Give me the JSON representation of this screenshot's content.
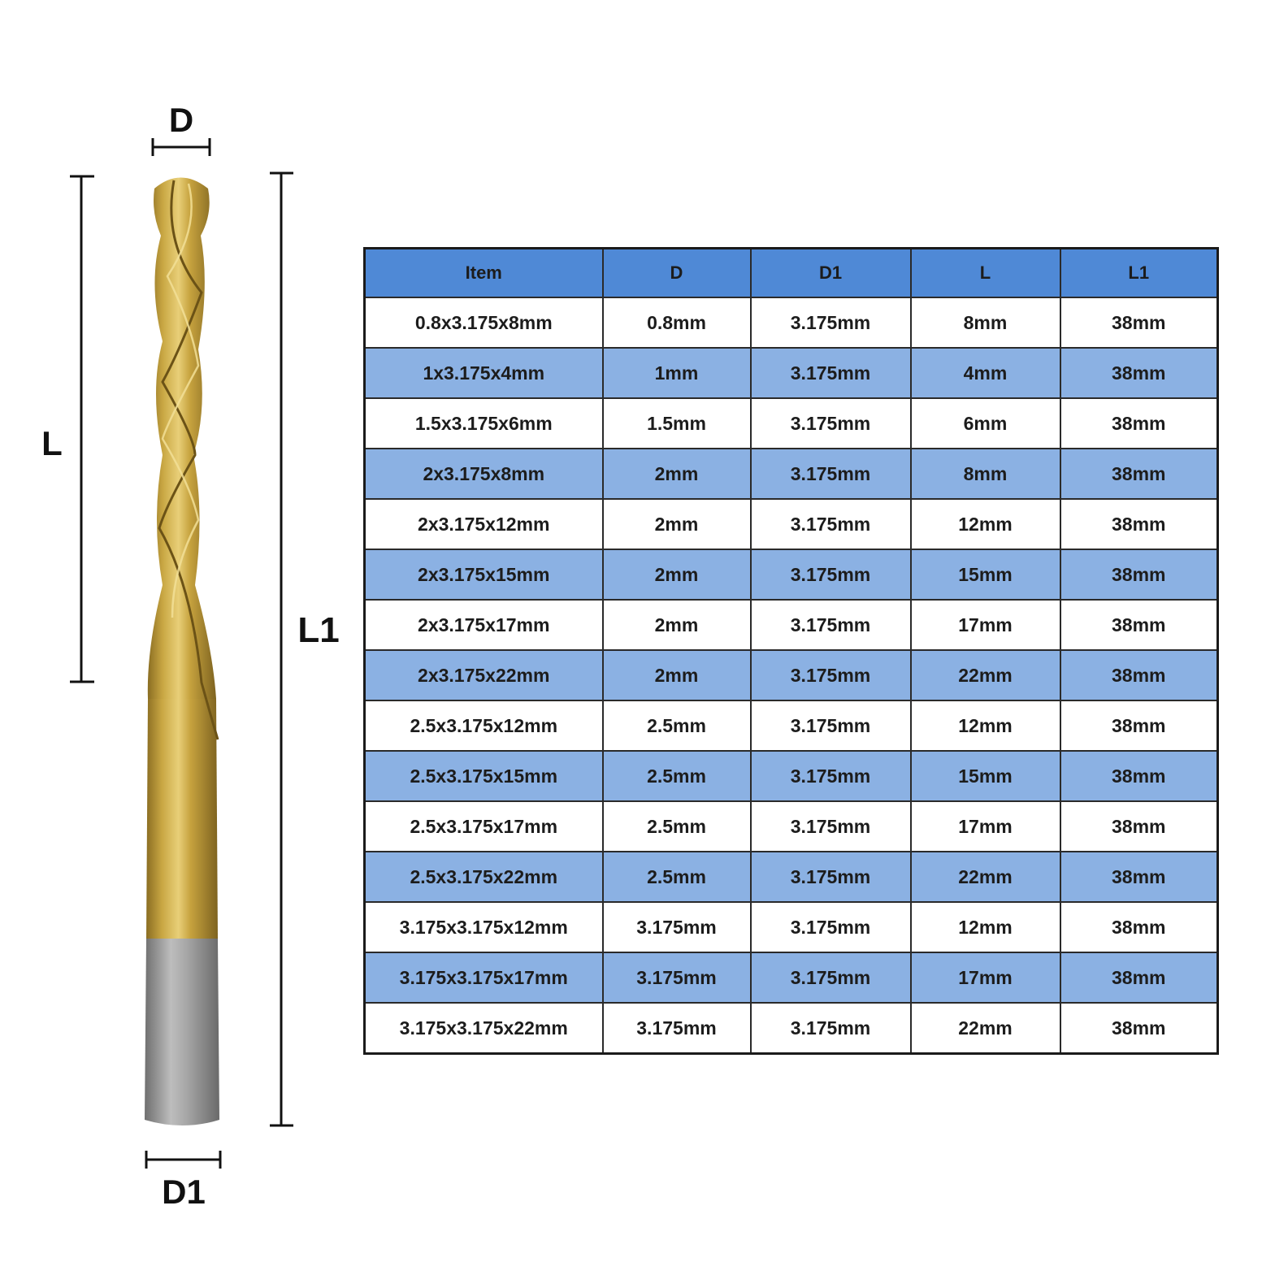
{
  "dimension_labels": {
    "D": "D",
    "L": "L",
    "L1": "L1",
    "D1": "D1"
  },
  "colors": {
    "header_bg": "#4f89d6",
    "band_bg": "#8bb1e3",
    "flute_gold": "#c9a743",
    "shank_gray": "#9a9a9a"
  },
  "table": {
    "columns": [
      "Item",
      "D",
      "D1",
      "L",
      "L1"
    ],
    "rows": [
      [
        "0.8x3.175x8mm",
        "0.8mm",
        "3.175mm",
        "8mm",
        "38mm"
      ],
      [
        "1x3.175x4mm",
        "1mm",
        "3.175mm",
        "4mm",
        "38mm"
      ],
      [
        "1.5x3.175x6mm",
        "1.5mm",
        "3.175mm",
        "6mm",
        "38mm"
      ],
      [
        "2x3.175x8mm",
        "2mm",
        "3.175mm",
        "8mm",
        "38mm"
      ],
      [
        "2x3.175x12mm",
        "2mm",
        "3.175mm",
        "12mm",
        "38mm"
      ],
      [
        "2x3.175x15mm",
        "2mm",
        "3.175mm",
        "15mm",
        "38mm"
      ],
      [
        "2x3.175x17mm",
        "2mm",
        "3.175mm",
        "17mm",
        "38mm"
      ],
      [
        "2x3.175x22mm",
        "2mm",
        "3.175mm",
        "22mm",
        "38mm"
      ],
      [
        "2.5x3.175x12mm",
        "2.5mm",
        "3.175mm",
        "12mm",
        "38mm"
      ],
      [
        "2.5x3.175x15mm",
        "2.5mm",
        "3.175mm",
        "15mm",
        "38mm"
      ],
      [
        "2.5x3.175x17mm",
        "2.5mm",
        "3.175mm",
        "17mm",
        "38mm"
      ],
      [
        "2.5x3.175x22mm",
        "2.5mm",
        "3.175mm",
        "22mm",
        "38mm"
      ],
      [
        "3.175x3.175x12mm",
        "3.175mm",
        "3.175mm",
        "12mm",
        "38mm"
      ],
      [
        "3.175x3.175x17mm",
        "3.175mm",
        "3.175mm",
        "17mm",
        "38mm"
      ],
      [
        "3.175x3.175x22mm",
        "3.175mm",
        "3.175mm",
        "22mm",
        "38mm"
      ]
    ]
  }
}
